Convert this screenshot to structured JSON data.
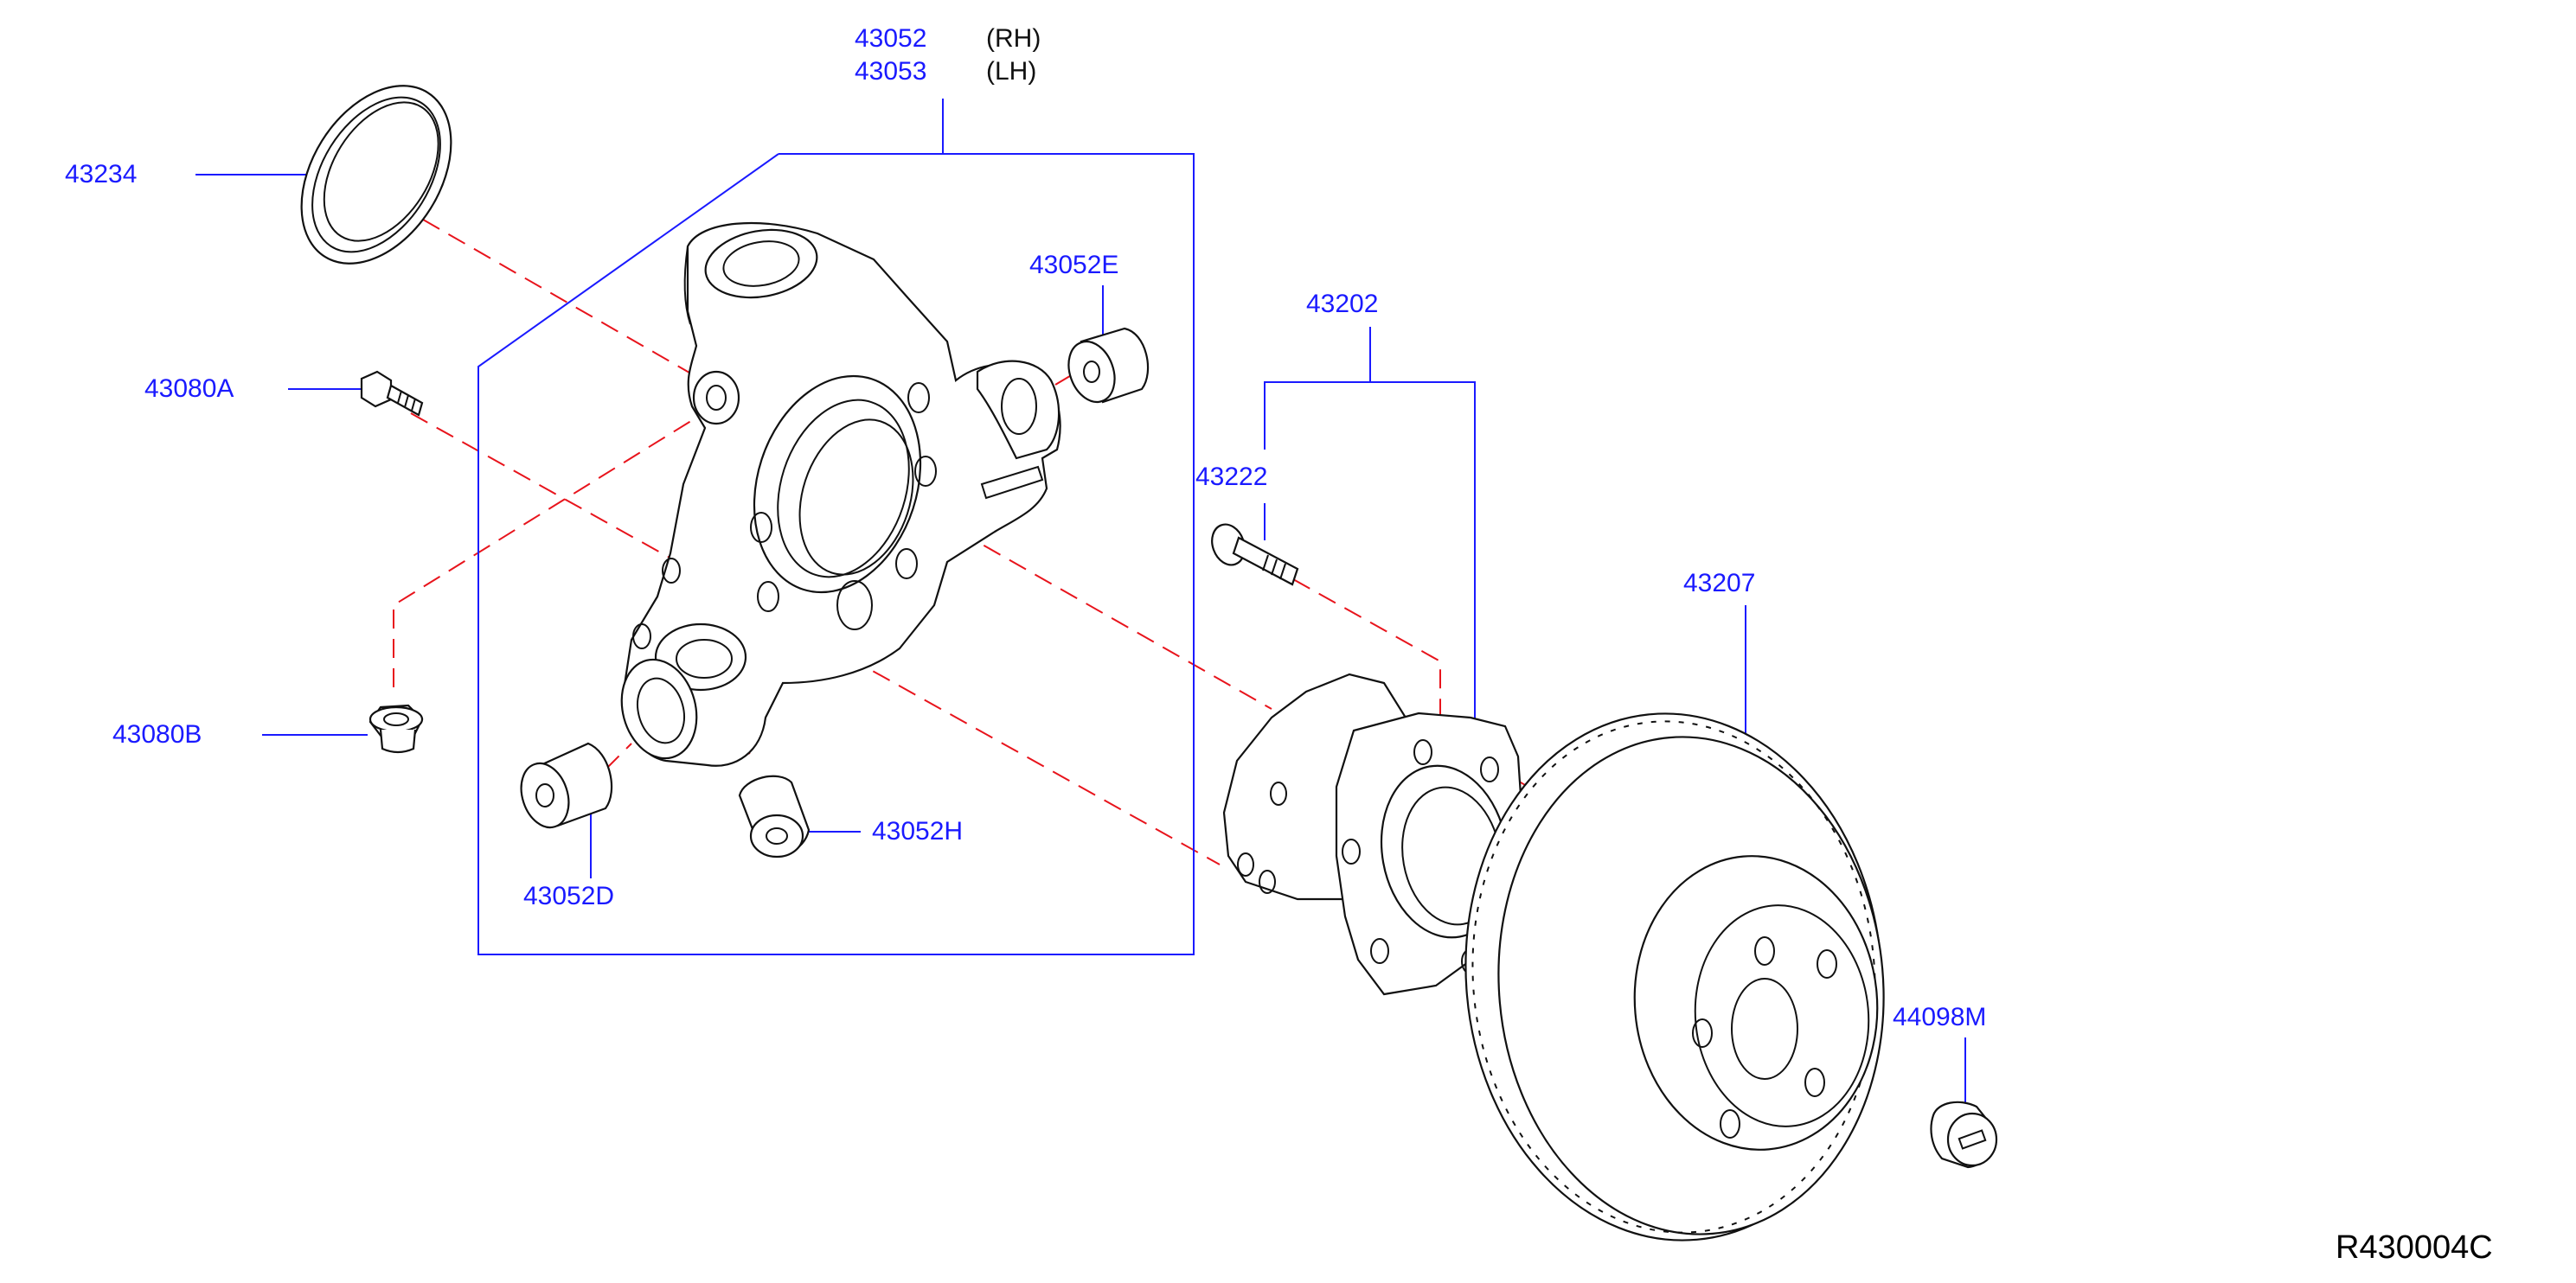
{
  "colors": {
    "callout": "#1a1aff",
    "leader": "#1a1aff",
    "center_line": "#e8141c",
    "part_outline": "#111111"
  },
  "callouts": {
    "knuckle_rh": "43052",
    "knuckle_lh": "43053",
    "knuckle_rh_side": "(RH)",
    "knuckle_lh_side": "(LH)",
    "dust_cover": "43234",
    "bolt_a": "43080A",
    "nut_b": "43080B",
    "bushing_e": "43052E",
    "bushing_d": "43052D",
    "bushing_h": "43052H",
    "hub_assembly": "43202",
    "hub_bolt": "43222",
    "disc_rotor": "43207",
    "hub_cap": "44098M"
  },
  "diagram_id": "R430004C"
}
